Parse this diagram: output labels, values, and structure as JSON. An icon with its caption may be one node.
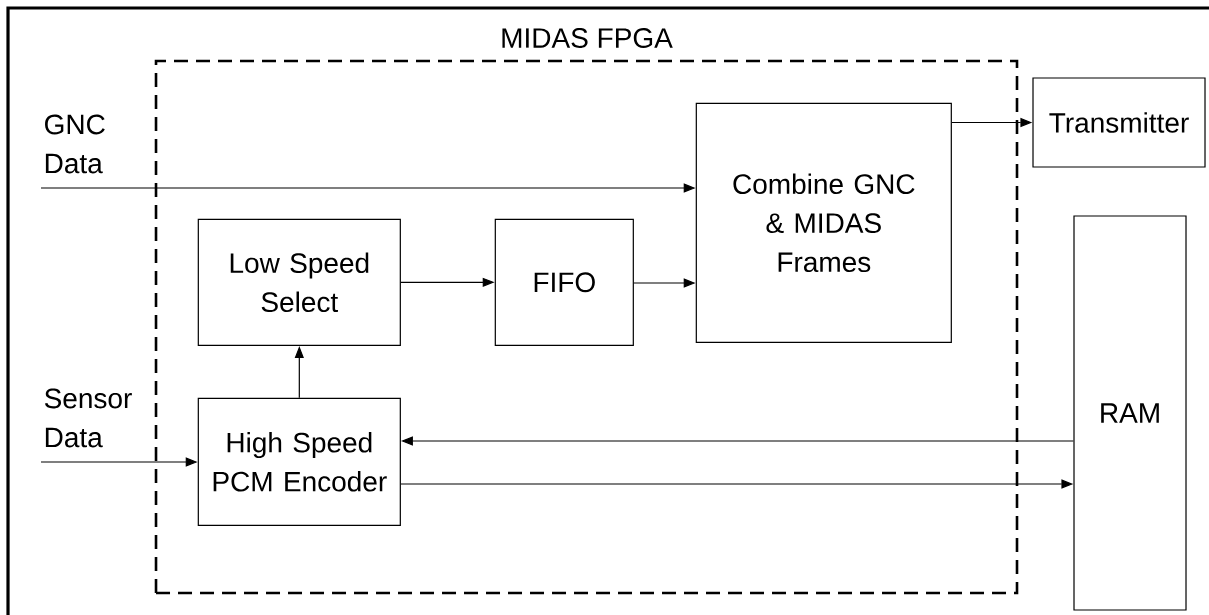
{
  "diagram": {
    "nodes": [
      {
        "text": [
          "MIDAS FPGA"
        ]
      },
      {
        "text": [
          "GNC Data"
        ]
      },
      {
        "text": [
          "Sensor Data"
        ]
      },
      {
        "text": [
          "Low Speed Select"
        ],
        "in": 0
      },
      {
        "text": [
          "FIFO"
        ],
        "in": 0
      },
      {
        "text": [
          "Combine GNC & MIDAS Frames"
        ],
        "in": 0
      },
      {
        "text": [
          "High Speed PCM Encoder"
        ],
        "in": 0
      },
      {
        "text": [
          "Transmitter"
        ]
      },
      {
        "text": [
          "RAM"
        ]
      }
    ],
    "edges": [
      {
        "from": 1,
        "to": 5,
        "arrow": "to"
      },
      {
        "from": 2,
        "to": 6,
        "arrow": "to"
      },
      {
        "from": 6,
        "to": 3,
        "arrow": "to"
      },
      {
        "from": 3,
        "to": 4,
        "arrow": "to"
      },
      {
        "from": 4,
        "to": 5,
        "arrow": "to"
      },
      {
        "from": 5,
        "to": 7,
        "arrow": "to"
      },
      {
        "from": 8,
        "to": 6,
        "arrow": "to"
      },
      {
        "from": 6,
        "to": 8,
        "arrow": "to"
      }
    ]
  }
}
